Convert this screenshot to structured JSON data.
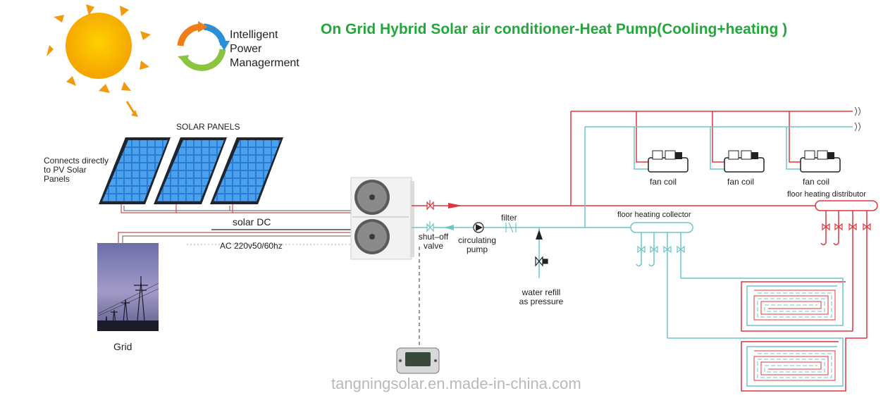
{
  "title": "On Grid Hybrid Solar air conditioner-Heat Pump(Cooling+heating )",
  "brand": {
    "line1": "Intelligent",
    "line2": "Power",
    "line3": "Managerment"
  },
  "labels": {
    "solar_panels": "SOLAR PANELS",
    "connects_line1": "Connects directly",
    "connects_line2": "to PV Solar",
    "connects_line3": "Panels",
    "solar_dc": "solar  DC",
    "ac_supply": "AC 220v50/60hz",
    "grid": "Grid",
    "shutoff_line1": "shut–off",
    "shutoff_line2": "valve",
    "pump_line1": "circulating",
    "pump_line2": "pump",
    "filter": "filter",
    "refill_line1": "water refill",
    "refill_line2": "as pressure",
    "fan_coil_1": "fan coil",
    "fan_coil_2": "fan coil",
    "fan_coil_3": "fan coil",
    "floor_collector": "floor heating collector",
    "floor_distributor": "floor heating distributor"
  },
  "watermark": "tangningsolar.en.made-in-china.com",
  "colors": {
    "title": "#22a83a",
    "hot_pipe": "#e0343c",
    "return_pipe": "#6cc6c9"
  }
}
